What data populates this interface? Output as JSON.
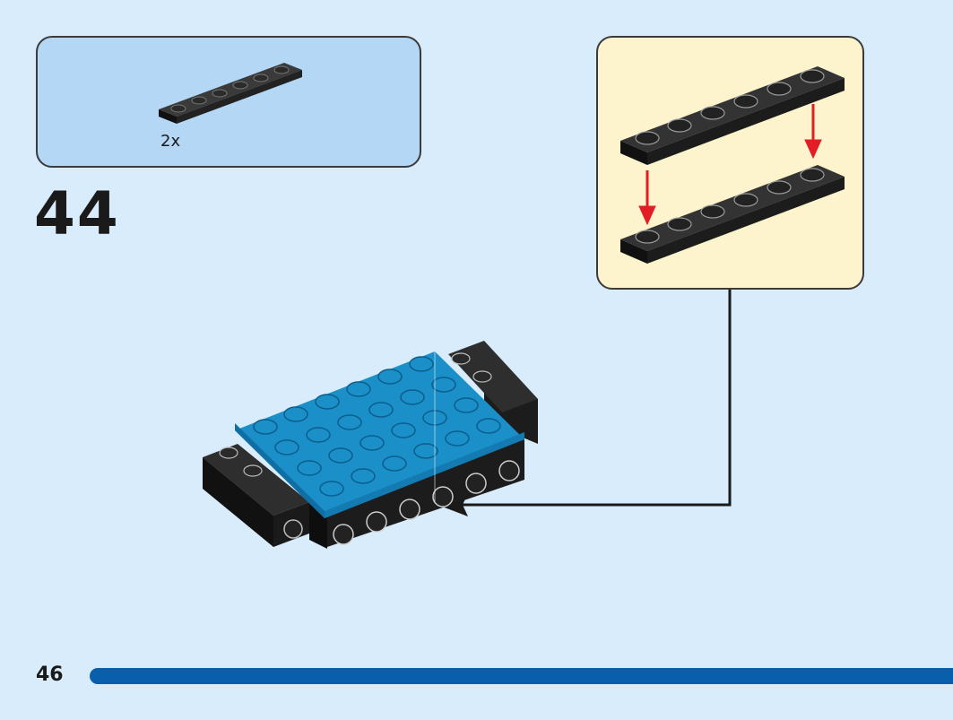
{
  "parts": {
    "quantity_label": "2x",
    "piece": "black-plate-1x6"
  },
  "step": {
    "number": "44"
  },
  "page": {
    "number": "46"
  },
  "progress": {
    "fraction": 1.0
  },
  "colors": {
    "background": "#d8ecfb",
    "parts_box": "#b3d7f5",
    "callout_box": "#fdf3cc",
    "brick_black": "#1c1c1c",
    "plate_blue": "#1b8fc8",
    "arrow_red": "#e31d25",
    "progress_blue": "#0a5fad"
  }
}
